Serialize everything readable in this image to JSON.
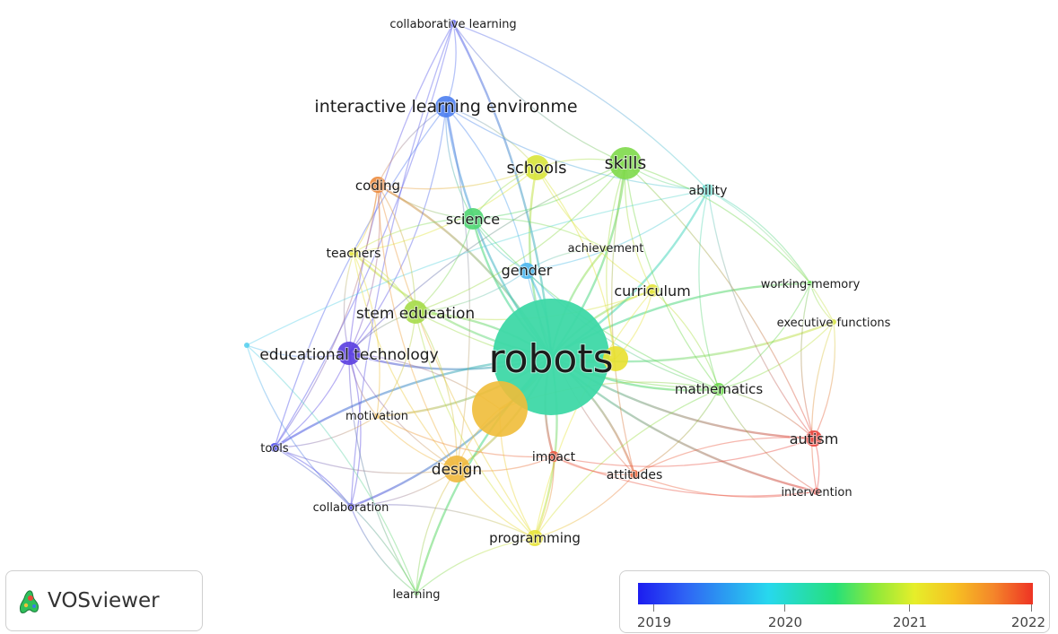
{
  "nodes": [
    {
      "id": "robots",
      "label": "robots",
      "year": 2020.45,
      "color": "#3ed8a6"
    },
    {
      "id": "collaborative-learning",
      "label": "collaborative learning",
      "year": 2019.2,
      "color": "#5a60ec"
    },
    {
      "id": "interactive-learning-environments",
      "label": "interactive learning environme",
      "year": 2019.3,
      "color": "#4c7ef0"
    },
    {
      "id": "schools",
      "label": "schools",
      "year": 2020.9,
      "color": "#d8e43a"
    },
    {
      "id": "skills",
      "label": "skills",
      "year": 2020.6,
      "color": "#7ed94a"
    },
    {
      "id": "ability",
      "label": "ability",
      "year": 2020.2,
      "color": "#55d7c9"
    },
    {
      "id": "coding",
      "label": "coding",
      "year": 2021.6,
      "color": "#ec8a3c"
    },
    {
      "id": "science",
      "label": "science",
      "year": 2020.5,
      "color": "#4fd672"
    },
    {
      "id": "achievement",
      "label": "achievement",
      "year": 2020.8,
      "color": "#b8e44a"
    },
    {
      "id": "teachers",
      "label": "teachers",
      "year": 2021.0,
      "color": "#e6e63c"
    },
    {
      "id": "gender",
      "label": "gender",
      "year": 2020.0,
      "color": "#4cb6ee"
    },
    {
      "id": "curriculum",
      "label": "curriculum",
      "year": 2021.0,
      "color": "#e4e43c"
    },
    {
      "id": "working-memory",
      "label": "working-memory",
      "year": 2020.6,
      "color": "#6ad85a"
    },
    {
      "id": "stem-education",
      "label": "stem education",
      "year": 2020.75,
      "color": "#a6dc4a"
    },
    {
      "id": "executive-functions",
      "label": "executive functions",
      "year": 2020.9,
      "color": "#d8e44a"
    },
    {
      "id": "educational-technology",
      "label": "educational technology",
      "year": 2019.05,
      "color": "#5a3ee0"
    },
    {
      "id": "mathematics",
      "label": "mathematics",
      "year": 2020.55,
      "color": "#6ad84a"
    },
    {
      "id": "motivation",
      "label": "motivation",
      "year": 2021.5,
      "color": "#f0b23a"
    },
    {
      "id": "autism",
      "label": "autism",
      "year": 2022.0,
      "color": "#e8443c"
    },
    {
      "id": "tools",
      "label": "tools",
      "year": 2019.0,
      "color": "#4a48e8"
    },
    {
      "id": "impact",
      "label": "impact",
      "year": 2021.9,
      "color": "#e8543c"
    },
    {
      "id": "design",
      "label": "design",
      "year": 2021.4,
      "color": "#f0b83c"
    },
    {
      "id": "attitudes",
      "label": "attitudes",
      "year": 2021.8,
      "color": "#ec6a40"
    },
    {
      "id": "intervention",
      "label": "intervention",
      "year": 2022.0,
      "color": "#e8443c"
    },
    {
      "id": "collaboration",
      "label": "collaboration",
      "year": 2019.1,
      "color": "#5048e0"
    },
    {
      "id": "programming",
      "label": "programming",
      "year": 2021.1,
      "color": "#e8e43a"
    },
    {
      "id": "learning",
      "label": "learning",
      "year": 2020.5,
      "color": "#6ad85a"
    },
    {
      "id": "big-unlabeled-yellow",
      "label": "",
      "year": 2021.4,
      "color": "#f0bc38"
    },
    {
      "id": "yellow-right-of-robots",
      "label": "",
      "year": 2021.0,
      "color": "#e8e030"
    },
    {
      "id": "small-cyan-left",
      "label": "",
      "year": 2020.0,
      "color": "#5ad0ee"
    }
  ],
  "edges": [
    [
      "robots",
      "schools"
    ],
    [
      "robots",
      "skills"
    ],
    [
      "robots",
      "science"
    ],
    [
      "robots",
      "gender"
    ],
    [
      "robots",
      "curriculum"
    ],
    [
      "robots",
      "stem-education"
    ],
    [
      "robots",
      "educational-technology"
    ],
    [
      "robots",
      "mathematics"
    ],
    [
      "robots",
      "design"
    ],
    [
      "robots",
      "impact"
    ],
    [
      "robots",
      "attitudes"
    ],
    [
      "robots",
      "autism"
    ],
    [
      "robots",
      "programming"
    ],
    [
      "robots",
      "coding"
    ],
    [
      "robots",
      "teachers"
    ],
    [
      "robots",
      "ability"
    ],
    [
      "robots",
      "working-memory"
    ],
    [
      "robots",
      "executive-functions"
    ],
    [
      "robots",
      "interactive-learning-environments"
    ],
    [
      "robots",
      "collaborative-learning"
    ],
    [
      "robots",
      "motivation"
    ],
    [
      "robots",
      "tools"
    ],
    [
      "robots",
      "collaboration"
    ],
    [
      "robots",
      "learning"
    ],
    [
      "robots",
      "achievement"
    ],
    [
      "robots",
      "intervention"
    ],
    [
      "robots",
      "big-unlabeled-yellow"
    ],
    [
      "robots",
      "yellow-right-of-robots"
    ],
    [
      "collaborative-learning",
      "interactive-learning-environments"
    ],
    [
      "collaborative-learning",
      "educational-technology"
    ],
    [
      "collaborative-learning",
      "tools"
    ],
    [
      "collaborative-learning",
      "skills"
    ],
    [
      "collaborative-learning",
      "ability"
    ],
    [
      "collaborative-learning",
      "collaboration"
    ],
    [
      "interactive-learning-environments",
      "educational-technology"
    ],
    [
      "interactive-learning-environments",
      "science"
    ],
    [
      "interactive-learning-environments",
      "schools"
    ],
    [
      "interactive-learning-environments",
      "coding"
    ],
    [
      "interactive-learning-environments",
      "gender"
    ],
    [
      "interactive-learning-environments",
      "tools"
    ],
    [
      "interactive-learning-environments",
      "design"
    ],
    [
      "interactive-learning-environments",
      "ability"
    ],
    [
      "schools",
      "skills"
    ],
    [
      "schools",
      "science"
    ],
    [
      "schools",
      "coding"
    ],
    [
      "schools",
      "curriculum"
    ],
    [
      "schools",
      "teachers"
    ],
    [
      "skills",
      "ability"
    ],
    [
      "skills",
      "science"
    ],
    [
      "skills",
      "mathematics"
    ],
    [
      "skills",
      "working-memory"
    ],
    [
      "skills",
      "curriculum"
    ],
    [
      "skills",
      "stem-education"
    ],
    [
      "skills",
      "educational-technology"
    ],
    [
      "skills",
      "autism"
    ],
    [
      "skills",
      "attitudes"
    ],
    [
      "ability",
      "working-memory"
    ],
    [
      "ability",
      "mathematics"
    ],
    [
      "ability",
      "executive-functions"
    ],
    [
      "ability",
      "autism"
    ],
    [
      "ability",
      "gender"
    ],
    [
      "ability",
      "small-cyan-left"
    ],
    [
      "coding",
      "teachers"
    ],
    [
      "coding",
      "science"
    ],
    [
      "coding",
      "educational-technology"
    ],
    [
      "coding",
      "programming"
    ],
    [
      "coding",
      "stem-education"
    ],
    [
      "coding",
      "design"
    ],
    [
      "coding",
      "tools"
    ],
    [
      "science",
      "gender"
    ],
    [
      "science",
      "stem-education"
    ],
    [
      "science",
      "teachers"
    ],
    [
      "science",
      "achievement"
    ],
    [
      "science",
      "mathematics"
    ],
    [
      "teachers",
      "stem-education"
    ],
    [
      "teachers",
      "educational-technology"
    ],
    [
      "teachers",
      "motivation"
    ],
    [
      "teachers",
      "design"
    ],
    [
      "gender",
      "achievement"
    ],
    [
      "gender",
      "attitudes"
    ],
    [
      "gender",
      "stem-education"
    ],
    [
      "gender",
      "mathematics"
    ],
    [
      "curriculum",
      "mathematics"
    ],
    [
      "curriculum",
      "programming"
    ],
    [
      "curriculum",
      "stem-education"
    ],
    [
      "working-memory",
      "executive-functions"
    ],
    [
      "working-memory",
      "mathematics"
    ],
    [
      "working-memory",
      "autism"
    ],
    [
      "executive-functions",
      "autism"
    ],
    [
      "executive-functions",
      "intervention"
    ],
    [
      "executive-functions",
      "mathematics"
    ],
    [
      "stem-education",
      "educational-technology"
    ],
    [
      "stem-education",
      "design"
    ],
    [
      "stem-education",
      "programming"
    ],
    [
      "stem-education",
      "motivation"
    ],
    [
      "stem-education",
      "mathematics"
    ],
    [
      "educational-technology",
      "tools"
    ],
    [
      "educational-technology",
      "motivation"
    ],
    [
      "educational-technology",
      "collaboration"
    ],
    [
      "educational-technology",
      "design"
    ],
    [
      "educational-technology",
      "small-cyan-left"
    ],
    [
      "educational-technology",
      "learning"
    ],
    [
      "mathematics",
      "autism"
    ],
    [
      "mathematics",
      "intervention"
    ],
    [
      "mathematics",
      "attitudes"
    ],
    [
      "mathematics",
      "programming"
    ],
    [
      "autism",
      "intervention"
    ],
    [
      "autism",
      "attitudes"
    ],
    [
      "autism",
      "impact"
    ],
    [
      "motivation",
      "design"
    ],
    [
      "motivation",
      "tools"
    ],
    [
      "motivation",
      "impact"
    ],
    [
      "tools",
      "collaboration"
    ],
    [
      "tools",
      "design"
    ],
    [
      "tools",
      "learning"
    ],
    [
      "impact",
      "attitudes"
    ],
    [
      "impact",
      "design"
    ],
    [
      "impact",
      "intervention"
    ],
    [
      "impact",
      "programming"
    ],
    [
      "design",
      "programming"
    ],
    [
      "design",
      "collaboration"
    ],
    [
      "design",
      "learning"
    ],
    [
      "design",
      "big-unlabeled-yellow"
    ],
    [
      "attitudes",
      "intervention"
    ],
    [
      "attitudes",
      "programming"
    ],
    [
      "collaboration",
      "learning"
    ],
    [
      "collaboration",
      "programming"
    ],
    [
      "programming",
      "learning"
    ],
    [
      "programming",
      "big-unlabeled-yellow"
    ],
    [
      "small-cyan-left",
      "collaboration"
    ],
    [
      "small-cyan-left",
      "learning"
    ],
    [
      "big-unlabeled-yellow",
      "educational-technology"
    ],
    [
      "big-unlabeled-yellow",
      "mathematics"
    ],
    [
      "yellow-right-of-robots",
      "schools"
    ],
    [
      "yellow-right-of-robots",
      "skills"
    ],
    [
      "yellow-right-of-robots",
      "curriculum"
    ]
  ],
  "logo": {
    "name": "VOSviewer"
  },
  "legend": {
    "ticks": [
      "2019",
      "2020",
      "2021",
      "2022"
    ]
  }
}
